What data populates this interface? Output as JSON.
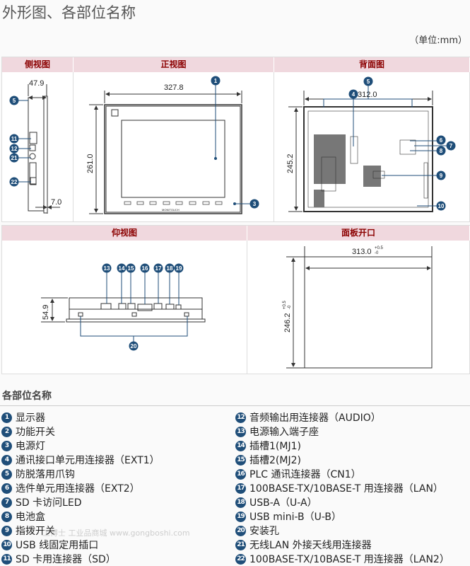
{
  "title": "外形图、各部位名称",
  "unit": "（单位:mm）",
  "table1": {
    "headers": [
      "侧视图",
      "正视图",
      "背面图"
    ]
  },
  "table2": {
    "headers": [
      "仰视图",
      "面板开口"
    ]
  },
  "views": {
    "side": {
      "dims": [
        "47.9",
        "7.0"
      ],
      "callouts": [
        "5",
        "11",
        "12",
        "21",
        "22"
      ]
    },
    "front": {
      "dims": [
        "327.8",
        "261.0"
      ],
      "callouts": [
        "1",
        "3"
      ],
      "brand": "MONITOUCH"
    },
    "back": {
      "dims": [
        "312.0",
        "245.2"
      ],
      "callouts": [
        "5",
        "4",
        "6",
        "7",
        "8",
        "9",
        "10"
      ]
    },
    "bottom": {
      "dims": [
        "54.9"
      ],
      "callouts": [
        "13",
        "14",
        "15",
        "16",
        "17",
        "18",
        "19",
        "20"
      ]
    },
    "cutout": {
      "dims": [
        "313.0",
        "246.2"
      ],
      "tol_plus": "+0.5",
      "tol_minus": "-0"
    }
  },
  "section_title": "各部位名称",
  "parts": [
    {
      "num": "1",
      "label": "显示器"
    },
    {
      "num": "2",
      "label": "功能开关"
    },
    {
      "num": "3",
      "label": "电源灯"
    },
    {
      "num": "4",
      "label": "通讯接口单元用连接器（EXT1）"
    },
    {
      "num": "5",
      "label": "防脱落用爪钩"
    },
    {
      "num": "6",
      "label": "选件单元用连接器（EXT2）"
    },
    {
      "num": "7",
      "label": "SD 卡访问LED"
    },
    {
      "num": "8",
      "label": "电池盒"
    },
    {
      "num": "9",
      "label": "指拨开关"
    },
    {
      "num": "10",
      "label": "USB 线固定用插口"
    },
    {
      "num": "11",
      "label": "SD 卡用连接器（SD）"
    },
    {
      "num": "12",
      "label": "音频输出用连接器（AUDIO）"
    },
    {
      "num": "13",
      "label": "电源输入端子座"
    },
    {
      "num": "14",
      "label": "插槽1(MJ1)"
    },
    {
      "num": "15",
      "label": "插槽2(MJ2)"
    },
    {
      "num": "16",
      "label": "PLC 通讯连接器（CN1）"
    },
    {
      "num": "17",
      "label": "100BASE-TX/10BASE-T 用连接器（LAN）"
    },
    {
      "num": "18",
      "label": "USB-A（U-A）"
    },
    {
      "num": "19",
      "label": "USB mini-B（U-B）"
    },
    {
      "num": "20",
      "label": "安装孔"
    },
    {
      "num": "21",
      "label": "无线LAN 外接天线用连接器"
    },
    {
      "num": "22",
      "label": "100BASE-TX/10BASE-T 用连接器（LAN2）"
    }
  ],
  "watermark": "工博士 工业品商城 www.gongboshi.com",
  "colors": {
    "header_bg": "#f0d8de",
    "header_text": "#8b0000",
    "callout": "#1f4e79"
  }
}
